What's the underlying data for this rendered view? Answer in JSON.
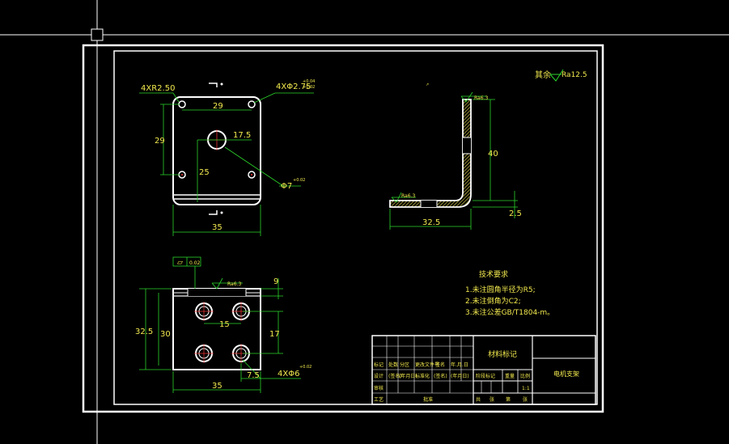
{
  "roughness_note": {
    "prefix": "其余",
    "value": "Ra12.5"
  },
  "top_view": {
    "radius_label": "4XR2.50",
    "hole_label": "4XΦ2.75",
    "hole_tol_upper": "+0.04",
    "hole_tol_lower": "+0.02",
    "dim_top": "29",
    "dim_left": "29",
    "dim_center_x": "17.5",
    "dim_center_y": "25",
    "dim_bottom": "35",
    "center_hole_label": "Φ7",
    "center_hole_tol": "+0.02"
  },
  "side_view": {
    "roughness_top": "Ra6.3",
    "roughness_bottom": "Ra6.3",
    "dim_height": "40",
    "dim_width": "32.5",
    "dim_thickness": "2.5"
  },
  "front_view": {
    "flatness_symbol": "▱",
    "flatness_value": "0.02",
    "roughness": "Ra6.3",
    "dim_top_right": "9",
    "dim_left_outer": "32.5",
    "dim_left_inner": "30",
    "dim_hole_spacing": "15",
    "dim_right": "17",
    "dim_offset": "7.5",
    "dim_bottom": "35",
    "hole_label": "4XΦ6",
    "hole_tol": "+0.02"
  },
  "tech_requirements": {
    "title": "技术要求",
    "items": [
      "1.未注圆角半径为R5;",
      "2.未注倒角为C2;",
      "3.未注公差GB/T1804-m。"
    ]
  },
  "title_block": {
    "material_mark": "材料标记",
    "part_name": "电机支架",
    "row_labels": [
      "标记",
      "处数",
      "分区",
      "更改文件号",
      "签名",
      "年.月.日"
    ],
    "row_labels_2": [
      "设计",
      "(签名)",
      "(年月日)",
      "标准化",
      "(签名)",
      "(年月日)"
    ],
    "stage_labels": [
      "阶段标记",
      "重量",
      "比例"
    ],
    "scale": "1:1",
    "review": "审核",
    "process": "工艺",
    "approve": "批准",
    "sheet_total": "共",
    "sheet_label": "张",
    "sheet_no": "第",
    "sheet_no_label": "张"
  },
  "colors": {
    "outline": "#ffffff",
    "dimension": "#2bd42b",
    "text": "#f2e94e",
    "hatch": "#d4c94a"
  }
}
